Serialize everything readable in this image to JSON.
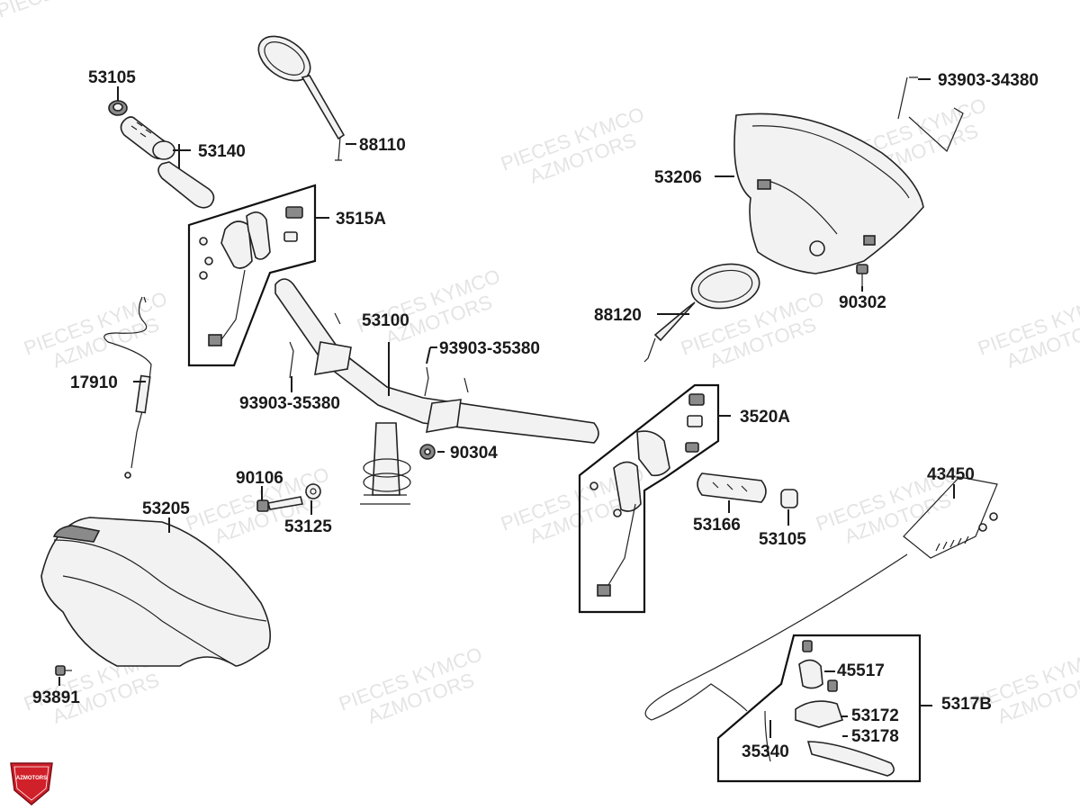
{
  "watermark": {
    "line1": "PIECES KYMCO",
    "line2": "AZMOTORS"
  },
  "logo": {
    "text": "AZMOTORS",
    "color": "#d0202a"
  },
  "labels": {
    "p53105a": "53105",
    "p53140": "53140",
    "p88110": "88110",
    "p3515a": "3515A",
    "p17910": "17910",
    "p53100": "53100",
    "p93903_35380a": "93903-35380",
    "p93903_35380b": "93903-35380",
    "p90304": "90304",
    "p90106": "90106",
    "p53125": "53125",
    "p53205": "53205",
    "p93891": "93891",
    "p93903_34380": "93903-34380",
    "p53206": "53206",
    "p90302": "90302",
    "p88120": "88120",
    "p3520a": "3520A",
    "p53166": "53166",
    "p53105b": "53105",
    "p43450": "43450",
    "p45517": "45517",
    "p5317b": "5317B",
    "p53172": "53172",
    "p53178": "53178",
    "p35340": "35340"
  }
}
